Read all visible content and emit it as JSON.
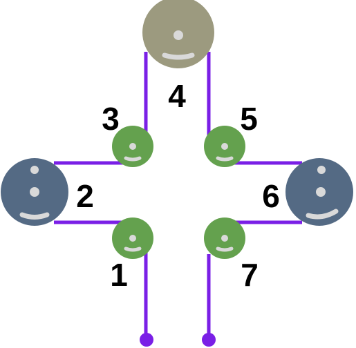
{
  "colors": {
    "background": "#ffffff",
    "rope": "#7a1fe6",
    "small_pulley": "#64a14e",
    "top_pulley": "#9c9a7f",
    "side_pulley": "#546a84",
    "pulley_mark": "#d9d9d9",
    "label": "#000000"
  },
  "pulleys": [
    {
      "id": "1",
      "label": "1",
      "kind": "small"
    },
    {
      "id": "2",
      "label": "2",
      "kind": "large-side"
    },
    {
      "id": "3",
      "label": "3",
      "kind": "small"
    },
    {
      "id": "4",
      "label": "4",
      "kind": "large-top"
    },
    {
      "id": "5",
      "label": "5",
      "kind": "small"
    },
    {
      "id": "6",
      "label": "6",
      "kind": "large-side"
    },
    {
      "id": "7",
      "label": "7",
      "kind": "small"
    }
  ],
  "rope_ends": [
    {
      "id": "left-end"
    },
    {
      "id": "right-end"
    }
  ]
}
